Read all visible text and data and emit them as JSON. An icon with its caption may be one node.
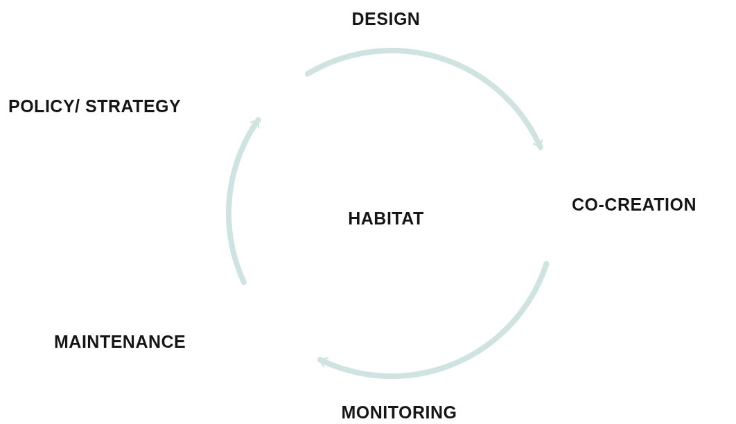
{
  "diagram": {
    "labels": [
      "DESIGN",
      "POLICY/ STRATEGY",
      "CO-CREATION",
      "HABITAT",
      "MAINTENANCE",
      "MONITORING"
    ]
  }
}
